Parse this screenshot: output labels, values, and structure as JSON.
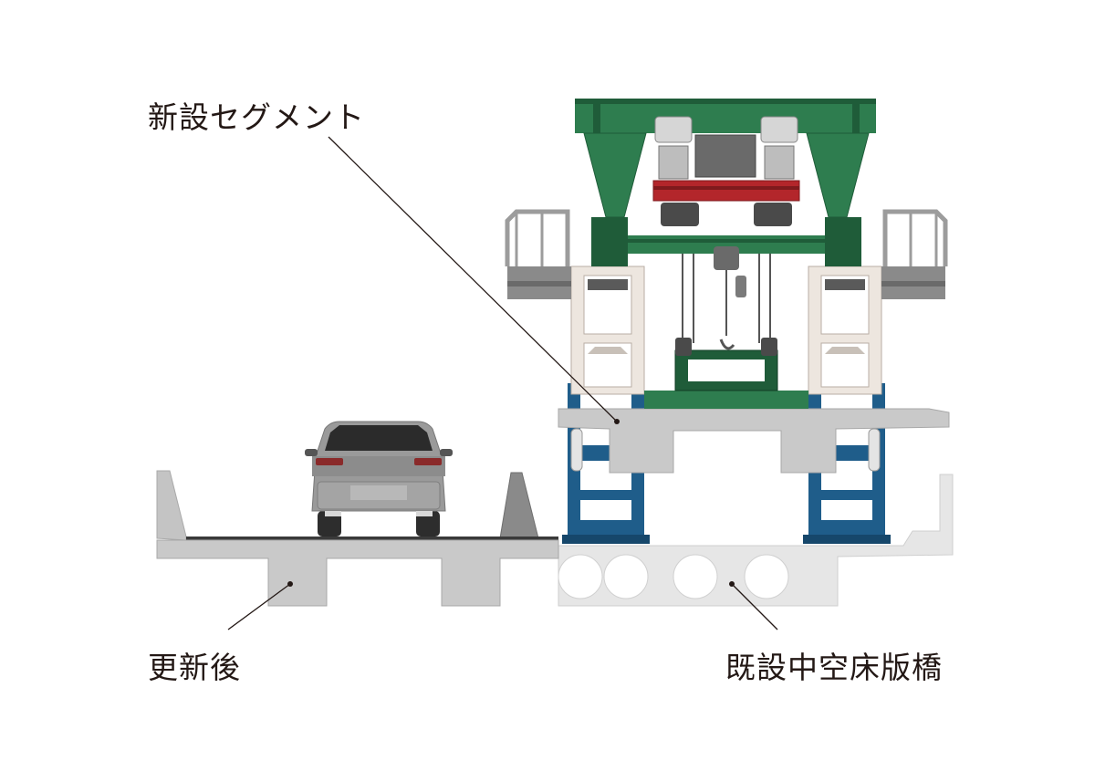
{
  "labels": {
    "new_segment": "新設セグメント",
    "after_renewal": "更新後",
    "existing_bridge": "既設中空床版橋"
  },
  "colors": {
    "gantry_green": "#2e7d4f",
    "gantry_green_dark": "#1f5c39",
    "lifting_beam_red": "#b3262b",
    "support_blue": "#1f5d8a",
    "support_blue_dark": "#16476b",
    "frame_cream": "#ede6df",
    "concrete_new": "#c9c9c9",
    "concrete_existing": "#e6e6e6",
    "asphalt": "#3a3a3a",
    "car_body": "#9a9a9a",
    "leader_line": "#231815"
  }
}
